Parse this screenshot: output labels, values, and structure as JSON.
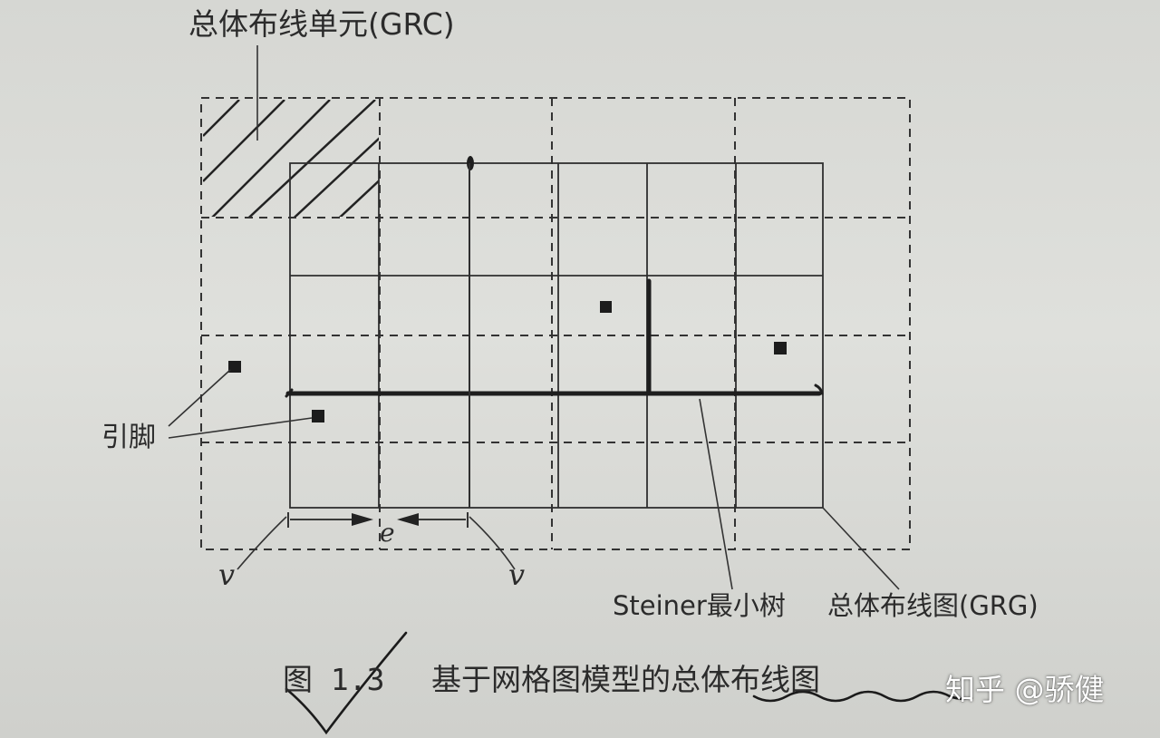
{
  "figure": {
    "grc_label": "总体布线单元(GRC)",
    "pin_label": "引脚",
    "steiner_label": "Steiner最小树",
    "grg_label": "总体布线图(GRG)",
    "edge_label": "e",
    "vertex_label_left": "v",
    "vertex_label_right": "v",
    "caption_number": "图 1.3",
    "caption_text": "基于网格图模型的总体布线图"
  },
  "watermark": "知乎 @骄健",
  "colors": {
    "paper": "#dcddd9",
    "ink": "#2b2b2b",
    "watermark": "#ffffff"
  }
}
